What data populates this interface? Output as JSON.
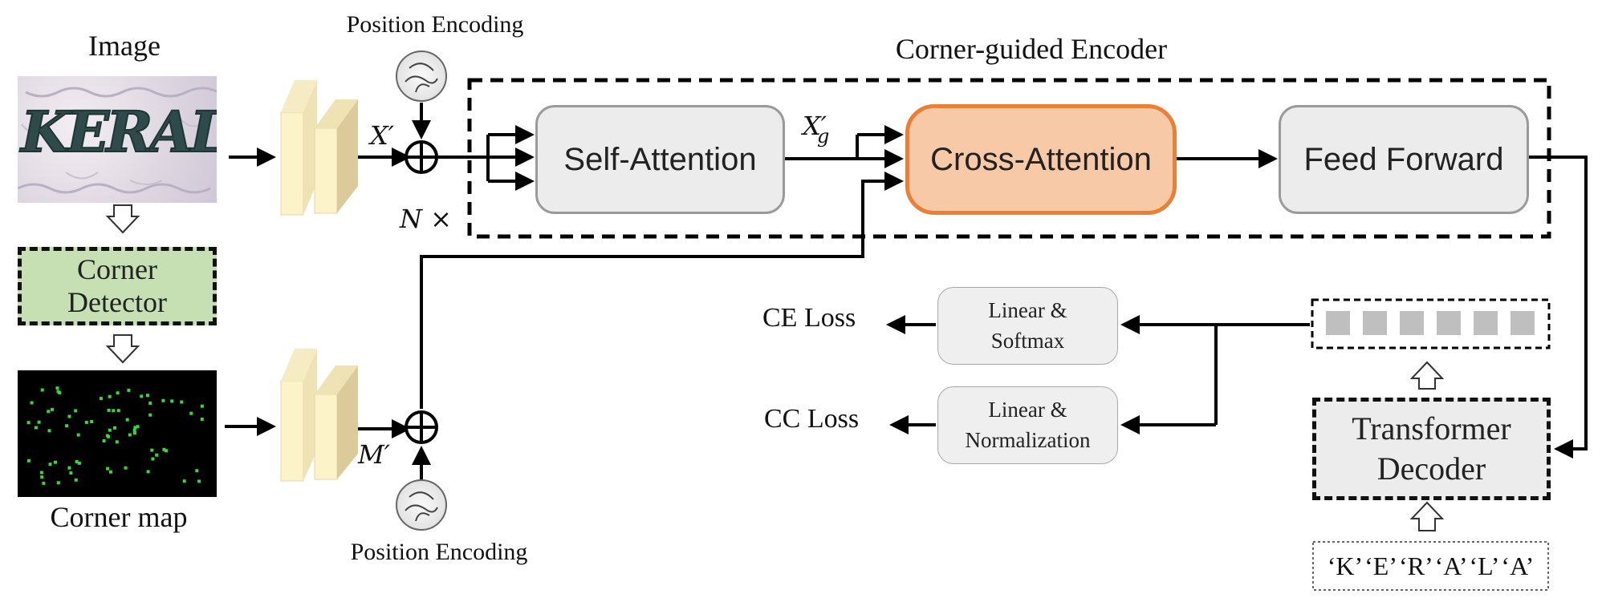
{
  "labels": {
    "image": "Image",
    "corner_map": "Corner map",
    "pos_enc_top": "Position Encoding",
    "pos_enc_bottom": "Position Encoding",
    "encoder_title": "Corner-guided Encoder",
    "n_times": "N ×",
    "x_prime": "X′",
    "x_g_prime": "X′",
    "x_g_sub": "g",
    "m_prime": "M′",
    "ce_loss": "CE Loss",
    "cc_loss": "CC Loss"
  },
  "image_text": "KERALA",
  "boxes": {
    "corner_detector_line1": "Corner",
    "corner_detector_line2": "Detector",
    "self_attention": "Self-Attention",
    "cross_attention": "Cross-Attention",
    "feed_forward": "Feed Forward",
    "linear_softmax_line1": "Linear &",
    "linear_softmax_line2": "Softmax",
    "linear_norm_line1": "Linear &",
    "linear_norm_line2": "Normalization",
    "transformer_decoder_line1": "Transformer",
    "transformer_decoder_line2": "Decoder"
  },
  "tokens": [
    "‘K’",
    "‘E’",
    "‘R’",
    "‘A’",
    "‘L’",
    "‘A’"
  ],
  "colors": {
    "cross_attention_fill": "#f8c9a6",
    "cross_attention_border": "#ea7f36",
    "corner_detector_fill": "#c6e0b4",
    "box_fill": "#ececec",
    "box_border": "#9a9a9a",
    "feature_block": "#fdf3c9",
    "corner_points": "#39d639"
  }
}
